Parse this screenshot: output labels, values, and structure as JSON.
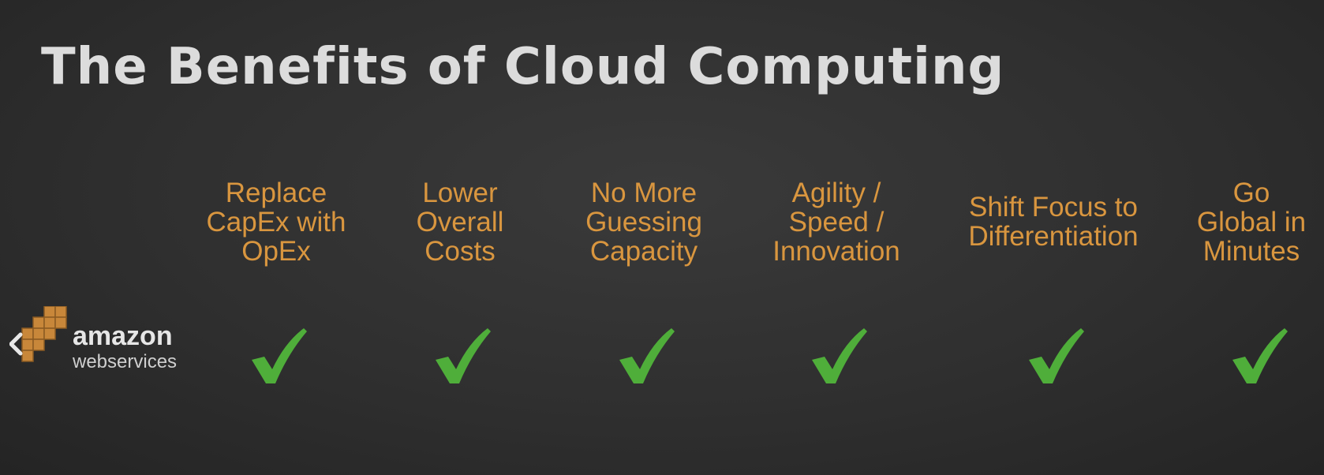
{
  "slide": {
    "title": "The Benefits of Cloud Computing"
  },
  "logo": {
    "word": "amazon",
    "sub": "webservices"
  },
  "benefits": [
    {
      "lines": [
        "Replace",
        "CapEx with",
        "OpEx"
      ],
      "checked": true
    },
    {
      "lines": [
        "Lower",
        "Overall",
        "Costs"
      ],
      "checked": true
    },
    {
      "lines": [
        "No More",
        "Guessing",
        "Capacity"
      ],
      "checked": true
    },
    {
      "lines": [
        "Agility /",
        "Speed /",
        "Innovation"
      ],
      "checked": true
    },
    {
      "lines": [
        "Shift Focus to",
        "Differentiation"
      ],
      "checked": true
    },
    {
      "lines": [
        "Go",
        "Global in",
        "Minutes"
      ],
      "checked": true
    }
  ],
  "colors": {
    "background": "#2f2f2f",
    "title": "#dcdcdc",
    "benefit_text": "#d9963f",
    "check": "#4fae3a",
    "logo_orange": "#c8873a"
  }
}
